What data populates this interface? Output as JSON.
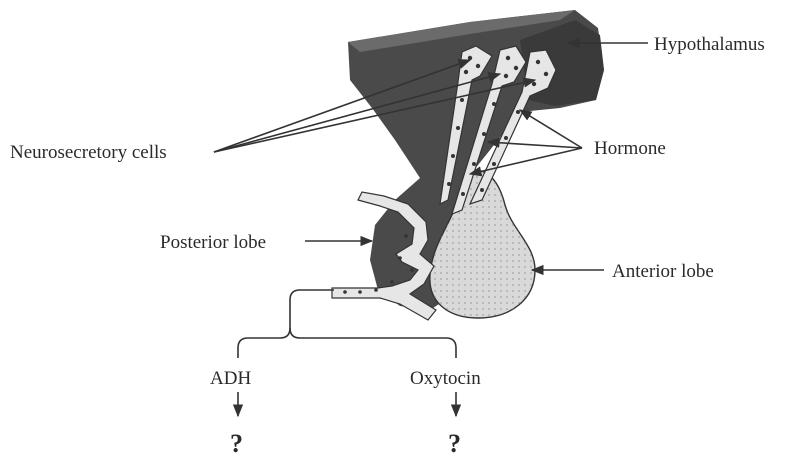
{
  "labels": {
    "hypothalamus": "Hypothalamus",
    "neurosecretory_cells": "Neurosecretory cells",
    "hormone": "Hormone",
    "posterior_lobe": "Posterior lobe",
    "anterior_lobe": "Anterior lobe",
    "adh": "ADH",
    "oxytocin": "Oxytocin",
    "adh_question": "?",
    "oxytocin_question": "?"
  },
  "colors": {
    "tissue_dark": "#4a4a4a",
    "tissue_mid": "#6b6b6b",
    "anterior_fill": "#d9d9d9",
    "cell_fill": "#e6e6e6",
    "line": "#333333"
  }
}
